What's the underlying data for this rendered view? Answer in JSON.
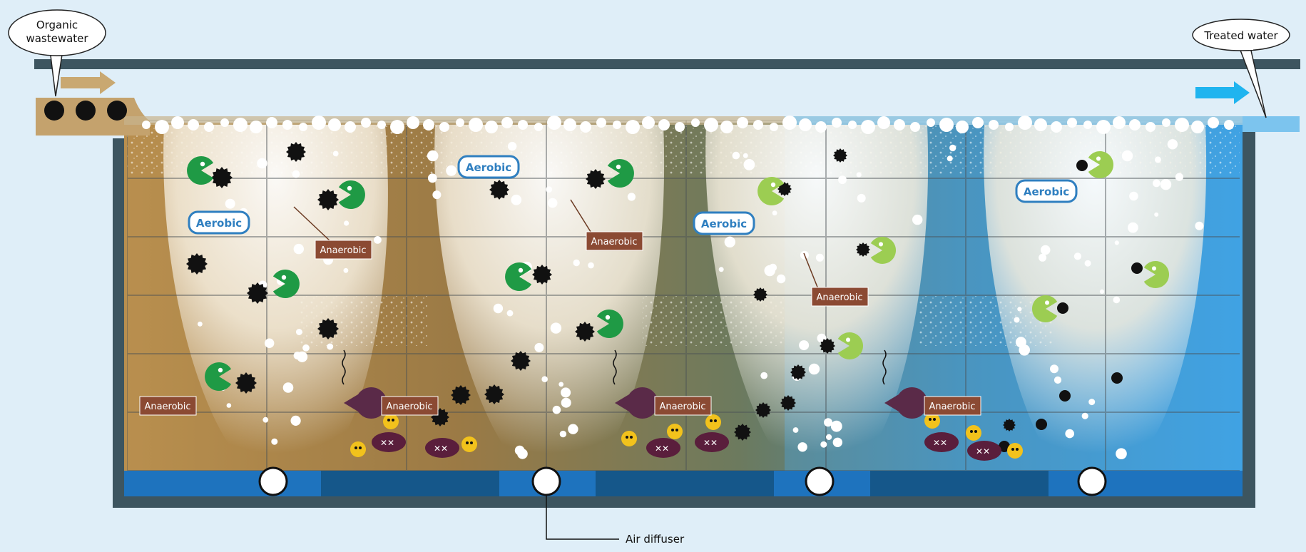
{
  "callouts": {
    "inlet": [
      "Organic",
      "wastewater"
    ],
    "outlet": "Treated water"
  },
  "zones": {
    "aerobic": "Aerobic",
    "anaerobic": "Anaerobic"
  },
  "equipment": {
    "diffuser_label": "Air diffuser"
  },
  "colors": {
    "background": "#dfeef8",
    "tank_wall": "#3d5560",
    "wastewater": "#c4a26d",
    "treated_water": "#63b2e6",
    "bottom_channel": "#1e73be",
    "aerobic_bacteria": "#1f9a45",
    "aerobic_bacteria_light": "#9ccd52",
    "dead_bacteria": "#5a1e3c",
    "organic_particle": "#111111",
    "yellow_microbe": "#f2c21c",
    "label_box": "#8b4a33",
    "aerobic_tag_border": "#2f7fc0",
    "flow_arrow_in": "#c9a871",
    "flow_arrow_out": "#1fb4ef"
  },
  "icons": {
    "bacteria": "pacman-icon",
    "organic_matter": "black-blob-icon",
    "air_bubble": "bubble-icon",
    "diffuser": "diffuser-icon"
  }
}
